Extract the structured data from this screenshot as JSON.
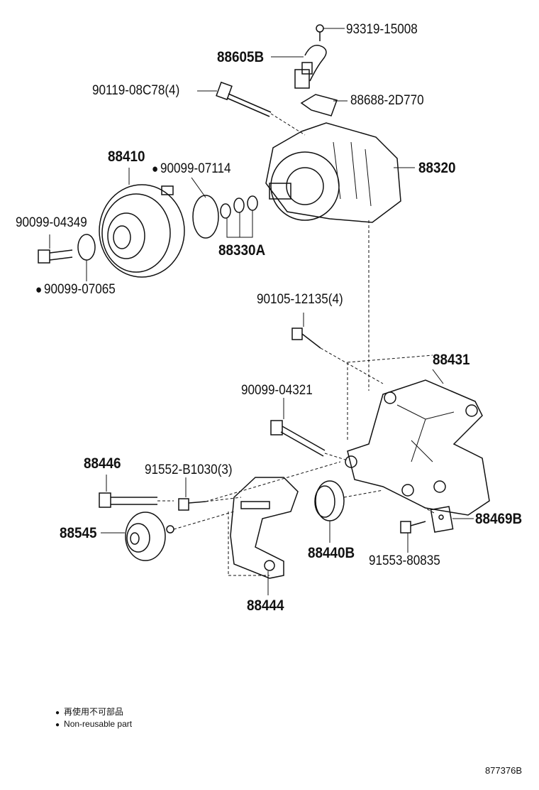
{
  "parts": {
    "p93319": "93319-15008",
    "p88605b": "88605B",
    "p90119": "90119-08C78(4)",
    "p88688": "88688-2D770",
    "p88410": "88410",
    "p90099_07114": "90099-07114",
    "p88320": "88320",
    "p90099_04349": "90099-04349",
    "p88330a": "88330A",
    "p90099_07065": "90099-07065",
    "p90105": "90105-12135(4)",
    "p88431": "88431",
    "p90099_04321": "90099-04321",
    "p88446": "88446",
    "p91552": "91552-B1030(3)",
    "p88545": "88545",
    "p88440b": "88440B",
    "p88469b": "88469B",
    "p91553": "91553-80835",
    "p88444": "88444"
  },
  "legend": {
    "line_jp": "再使用不可部品",
    "line_en": "Non-reusable part"
  },
  "diagram_code": "877376B"
}
